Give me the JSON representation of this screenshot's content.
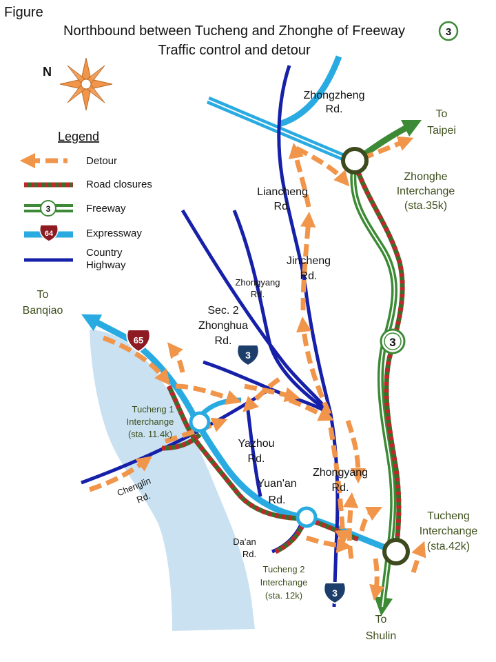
{
  "figure_label": "Figure",
  "title_line1": "Northbound between Tucheng and Zhonghe of Freeway",
  "title_line2": "Traffic control and detour",
  "title_shield": "3",
  "compass_label": "N",
  "legend": {
    "heading": "Legend",
    "detour": "Detour",
    "closure": "Road closures",
    "freeway": "Freeway",
    "freeway_shield": "3",
    "expressway": "Expressway",
    "expressway_shield": "64",
    "highway_l1": "Country",
    "highway_l2": "Highway"
  },
  "labels": {
    "zhongzheng_l1": "Zhongzheng",
    "zhongzheng_l2": "Rd.",
    "to_taipei_l1": "To",
    "to_taipei_l2": "Taipei",
    "zhonghe_ic_l1": "Zhonghe",
    "zhonghe_ic_l2": "Interchange",
    "zhonghe_ic_l3": "(sta.35k)",
    "liancheng_l1": "Liancheng",
    "liancheng_l2": "Rd.",
    "jincheng_l1": "Jincheng",
    "jincheng_l2": "Rd.",
    "zhongyang_n_l1": "Zhongyang",
    "zhongyang_n_l2": "Rd.",
    "to_banqiao_l1": "To",
    "to_banqiao_l2": "Banqiao",
    "zhonghua_l1": "Sec. 2",
    "zhonghua_l2": "Zhonghua",
    "zhonghua_l3": "Rd.",
    "tucheng1_l1": "Tucheng 1",
    "tucheng1_l2": "Interchange",
    "tucheng1_l3": "(sta. 11.4k)",
    "yazhou_l1": "Yazhou",
    "yazhou_l2": "Rd.",
    "zhongyang_s_l1": "Zhongyang",
    "zhongyang_s_l2": "Rd.",
    "yuanan_l1": "Yuan'an",
    "yuanan_l2": "Rd.",
    "chenglin_l1": "Chenglin",
    "chenglin_l2": "Rd.",
    "tucheng_ic_l1": "Tucheng",
    "tucheng_ic_l2": "Interchange",
    "tucheng_ic_l3": "(sta.42k)",
    "daan_l1": "Da'an",
    "daan_l2": "Rd.",
    "tucheng2_l1": "Tucheng 2",
    "tucheng2_l2": "Interchange",
    "tucheng2_l3": "(sta. 12k)",
    "to_shulin_l1": "To",
    "to_shulin_l2": "Shulin"
  },
  "shields": {
    "expressway_65": "65",
    "highway_3_mid": "3",
    "highway_3_bottom": "3",
    "freeway_3": "3"
  },
  "colors": {
    "river": "#c9e1f1",
    "expressway": "#29abe2",
    "freeway": "#3c8a35",
    "highway": "#1620a8",
    "detour": "#f0954a",
    "closure_red": "#c0272d",
    "closure_green": "#3c6e28",
    "interchange_ring": "#3d4a1e",
    "compass": "#f0954a",
    "shield_expressway": "#8e1a22",
    "shield_highway": "#1d3d6b"
  }
}
